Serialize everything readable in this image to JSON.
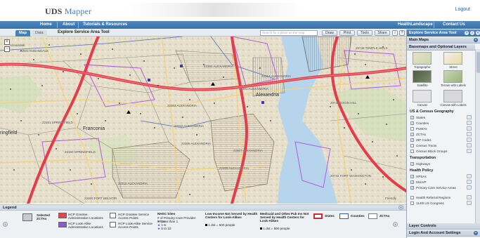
{
  "header": {
    "logo_main": "UDS",
    "logo_sub": "Mapper",
    "logout": "Logout"
  },
  "nav": {
    "items": [
      "Home",
      "About",
      "Tutorials & Resources"
    ],
    "right_items": [
      "HealthLandscape",
      "Contact Us"
    ]
  },
  "map_toolbar": {
    "tabs": [
      "Map",
      "Data"
    ],
    "title": "Explore Service Area Tool",
    "search_placeholder": "Search for a place on the map",
    "buttons": [
      "Draw",
      "Print",
      "Tools",
      "Share"
    ],
    "icons": [
      "info-icon",
      "help-icon"
    ]
  },
  "map": {
    "places": [
      {
        "name": "Alexandria",
        "class": "big"
      },
      {
        "name": "Franconia",
        "class": "big"
      },
      {
        "name": "ringfield",
        "class": "big"
      },
      {
        "name": "Annandale",
        "class": "small"
      },
      {
        "name": "Friendly",
        "class": "small"
      }
    ],
    "zip_labels": [
      "22003 ANNANDALE",
      "22151 SPRINGFIELD",
      "22310 ALEXANDRIA",
      "22306 ALEXANDRIA",
      "22309 ALEXANDRIA",
      "22314 ALEXANDRIA",
      "22301 ALEXANDRIA",
      "22150 SPRINGFIELD",
      "22315 ALEXANDRIA",
      "20745 OXON HILL",
      "22303 ALEXANDRIA",
      "20748 TEMPLE HILLS",
      "22060 FORT BELVOIR",
      "22307 ALEXANDRIA",
      "22304 ALEXANDRIA",
      "20744 FORT WASHINGTON"
    ]
  },
  "legend": {
    "title": "Legend",
    "selected_zctas": "Selected ZCTAs",
    "hcp_grantee_admin": "HCP Grantee Administrative Locations",
    "hcp_lookalike_admin": "HCP Look-Alike Administrative Locations",
    "hcp_grantee_sap": "HCP Grantee Service Access Points",
    "hcp_lookalike_sap": "HCP Look-Alike Service Access Points",
    "nhsc_title": "NHSC Sites",
    "nhsc_sub": "# of Primary Care Provider FTEs",
    "nhsc_items": [
      "Less than 1",
      "1-5",
      "5 to 10"
    ],
    "lowincome_title": "Low-Income Not Served by Health Centers for Look-Alikes",
    "lowincome_sub": "1 dot = 500 people",
    "medicaid_title": "Medicaid and Other Pub Ins Not Served by Health Centers for Look-Alikes",
    "medicaid_sub": "1 dot = 500 people",
    "boundaries": [
      "States",
      "Counties",
      "ZCTAs"
    ],
    "colors": {
      "states": "#c0303a",
      "counties": "#2f5fb0",
      "zctas": "#777777"
    }
  },
  "panel": {
    "title": "Explore Service Area Tool",
    "main_maps": "Main Maps",
    "basemaps_title": "Basemaps and Optional Layers",
    "basemaps": [
      "Topographic",
      "Street",
      "Satellite",
      "Terrain with Labels",
      "Canvas",
      "Canvas with Labels"
    ],
    "groups": [
      {
        "name": "US & Census Geography",
        "rows": [
          {
            "label": "States",
            "checked": true
          },
          {
            "label": "Counties",
            "checked": true
          },
          {
            "label": "PUMAs",
            "checked": false
          },
          {
            "label": "ZCTAs",
            "checked": true
          },
          {
            "label": "ZIP Codes",
            "checked": true
          },
          {
            "label": "Census Tracts",
            "checked": false
          },
          {
            "label": "Census Block Groups",
            "checked": false
          }
        ]
      },
      {
        "name": "Transportation",
        "rows": [
          {
            "label": "Highways",
            "checked": true
          }
        ]
      },
      {
        "name": "Health Policy",
        "rows": [
          {
            "label": "HPSAs",
            "checked": true
          },
          {
            "label": "MUA/P",
            "checked": true
          },
          {
            "label": "Primary Care Service Areas",
            "checked": true
          },
          {
            "label": "Health Referral Regions",
            "checked": false
          },
          {
            "label": "114th US Congress",
            "checked": false
          }
        ]
      }
    ],
    "layer_controls": "Layer Controls",
    "login_settings": "Login And Account Settings"
  }
}
